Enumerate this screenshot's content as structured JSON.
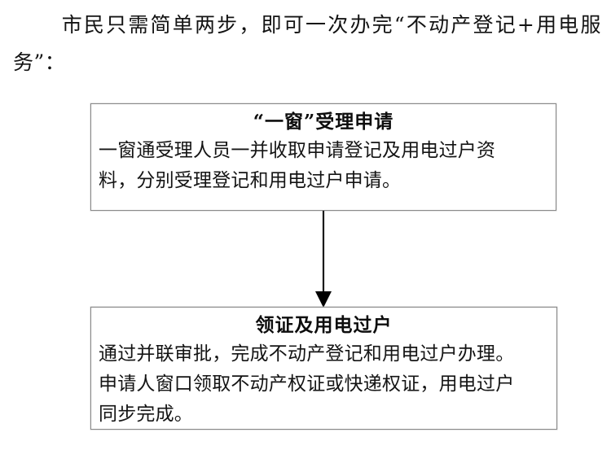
{
  "document": {
    "intro": {
      "indent": "　　",
      "text": "市民只需简单两步，即可一次办完“不动产登记+用电服务”："
    },
    "flow": {
      "arrow_label": "down-arrow",
      "border_color": "#8a8a8a",
      "text_color": "#141414",
      "nodes": [
        {
          "id": "node-1",
          "title": "“一窗”受理申请",
          "body_lines": [
            "一窗通受理人员一并收取申请登记及用电过户资",
            "料，分别受理登记和用电过户申请。"
          ]
        },
        {
          "id": "node-2",
          "title": "领证及用电过户",
          "body_lines": [
            "通过并联审批，完成不动产登记和用电过户办理。",
            "申请人窗口领取不动产权证或快递权证，用电过户",
            "同步完成。"
          ]
        }
      ]
    }
  }
}
